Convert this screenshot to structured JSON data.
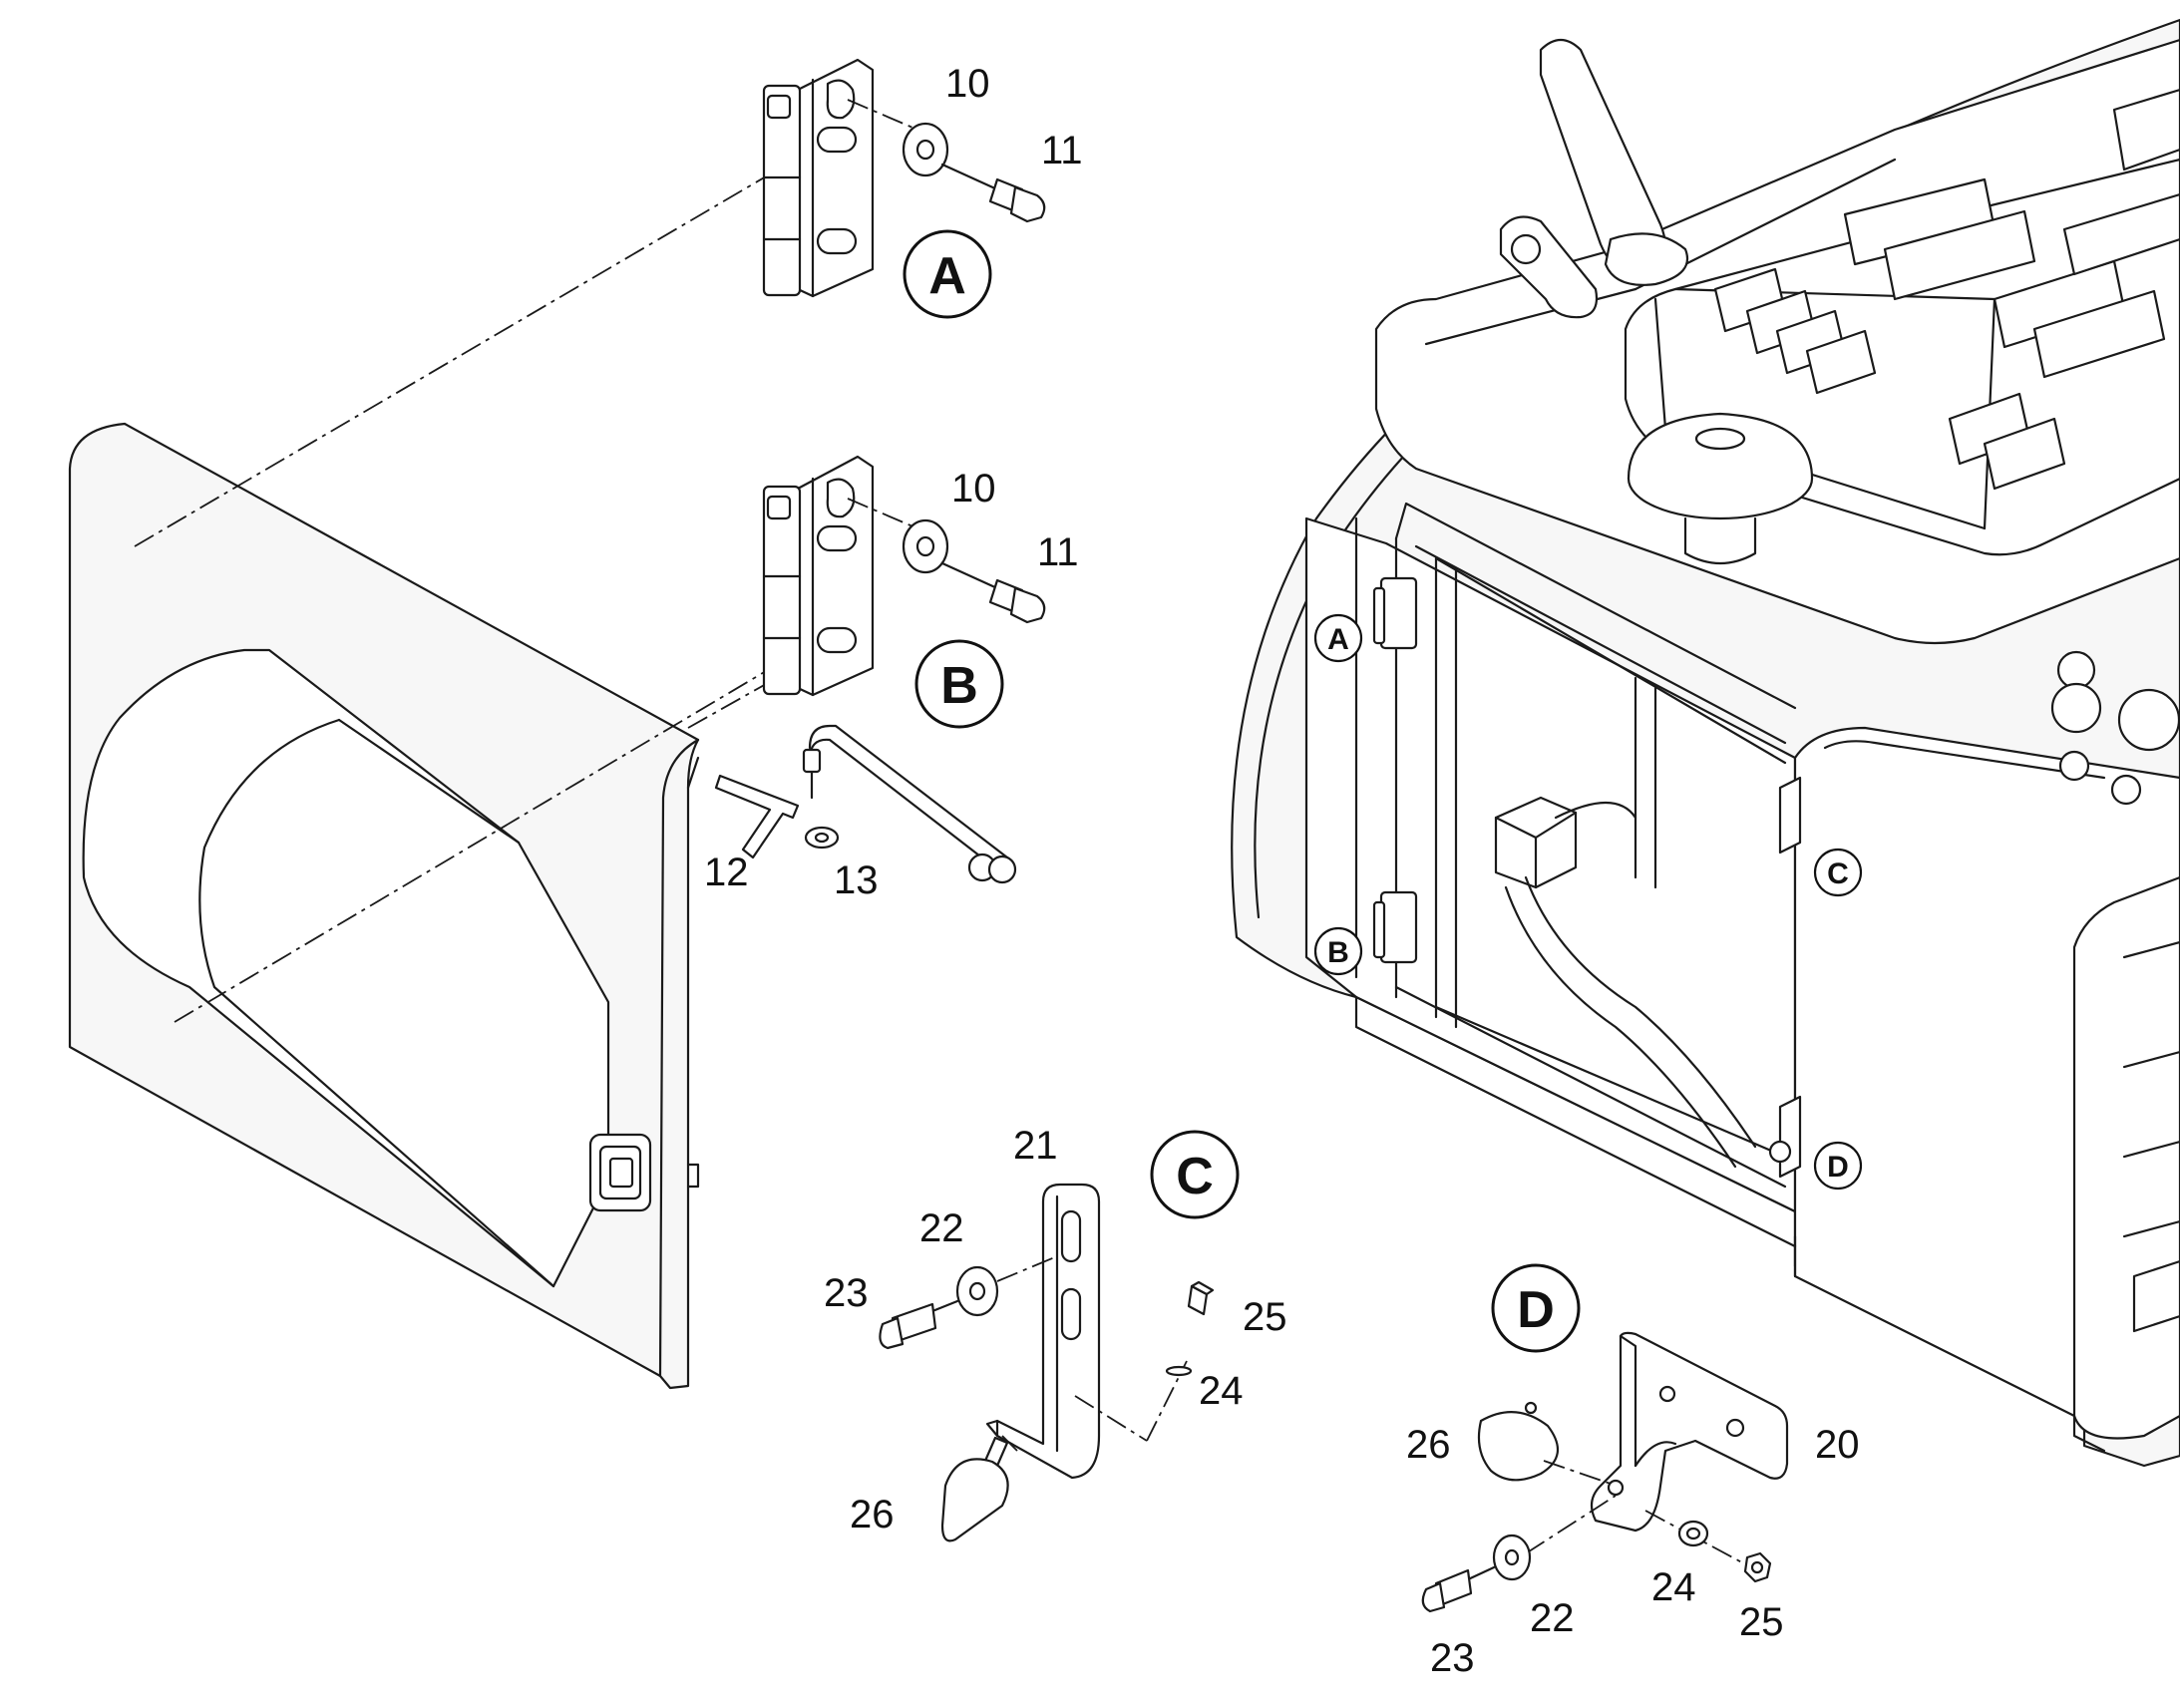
{
  "detail_labels": {
    "A": "A",
    "B": "B",
    "C": "C",
    "D": "D"
  },
  "callouts": {
    "a_washer": "10",
    "a_bolt": "11",
    "b_washer": "10",
    "b_bolt": "11",
    "b_pin": "12",
    "b_ring": "13",
    "c_bracket": "21",
    "c_washer": "22",
    "c_bolt": "23",
    "c_nut": "25",
    "c_lockwasher": "24",
    "c_bumper": "26",
    "d_bumper": "26",
    "d_bracket": "20",
    "d_lockwasher": "24",
    "d_nut": "25",
    "d_washer": "22",
    "d_bolt": "23"
  }
}
